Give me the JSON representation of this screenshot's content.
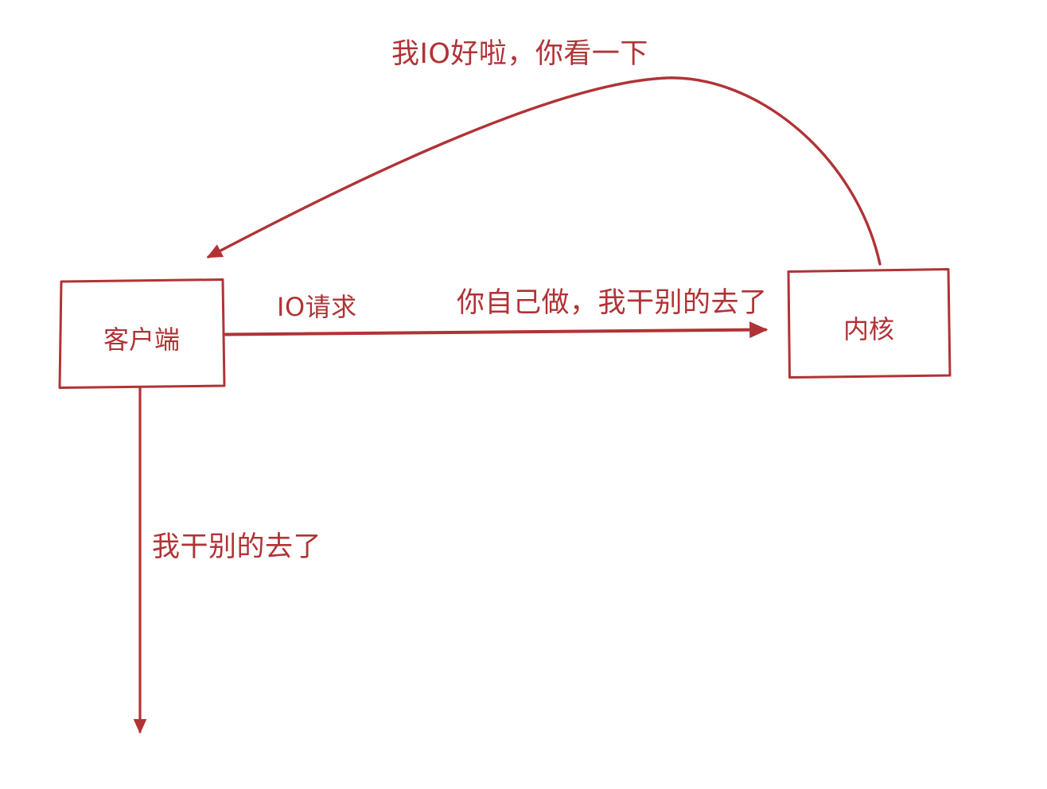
{
  "diagram": {
    "title_hint": "async-io-hand-drawn-diagram",
    "ink_color": "#b03336",
    "background_color": "#ffffff",
    "nodes": {
      "client": {
        "label": "客户端"
      },
      "kernel": {
        "label": "内核"
      }
    },
    "labels": {
      "callback_top": "我IO好啦，你看一下",
      "io_request": "IO请求",
      "kernel_reply": "你自己做，我干别的去了",
      "client_continue": "我干别的去了"
    }
  }
}
